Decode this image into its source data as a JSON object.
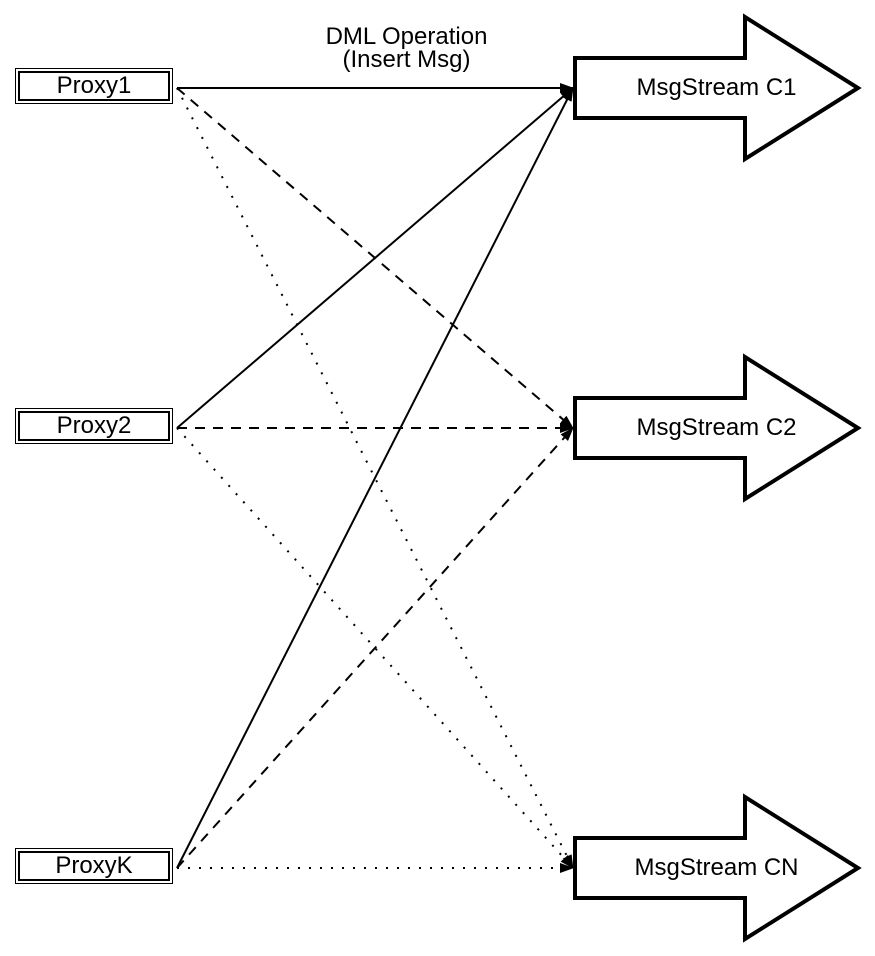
{
  "annotation": {
    "line1": "DML Operation",
    "line2": "(Insert Msg)"
  },
  "nodes": {
    "proxies": [
      {
        "label": "Proxy1"
      },
      {
        "label": "Proxy2"
      },
      {
        "label": "ProxyK"
      }
    ],
    "streams": [
      {
        "label": "MsgStream C1",
        "incoming_line_style": "solid"
      },
      {
        "label": "MsgStream C2",
        "incoming_line_style": "dashed"
      },
      {
        "label": "MsgStream CN",
        "incoming_line_style": "dotted"
      }
    ]
  },
  "connections": [
    {
      "from": "Proxy1",
      "to": "MsgStream C1",
      "style": "solid"
    },
    {
      "from": "Proxy2",
      "to": "MsgStream C1",
      "style": "solid"
    },
    {
      "from": "ProxyK",
      "to": "MsgStream C1",
      "style": "solid"
    },
    {
      "from": "Proxy1",
      "to": "MsgStream C2",
      "style": "dashed"
    },
    {
      "from": "Proxy2",
      "to": "MsgStream C2",
      "style": "dashed"
    },
    {
      "from": "ProxyK",
      "to": "MsgStream C2",
      "style": "dashed"
    },
    {
      "from": "Proxy1",
      "to": "MsgStream CN",
      "style": "dotted"
    },
    {
      "from": "Proxy2",
      "to": "MsgStream CN",
      "style": "dotted"
    },
    {
      "from": "ProxyK",
      "to": "MsgStream CN",
      "style": "dotted"
    }
  ],
  "style": {
    "stroke_color": "#000000",
    "shape_fill": "#ffffff",
    "background": "#ffffff"
  }
}
